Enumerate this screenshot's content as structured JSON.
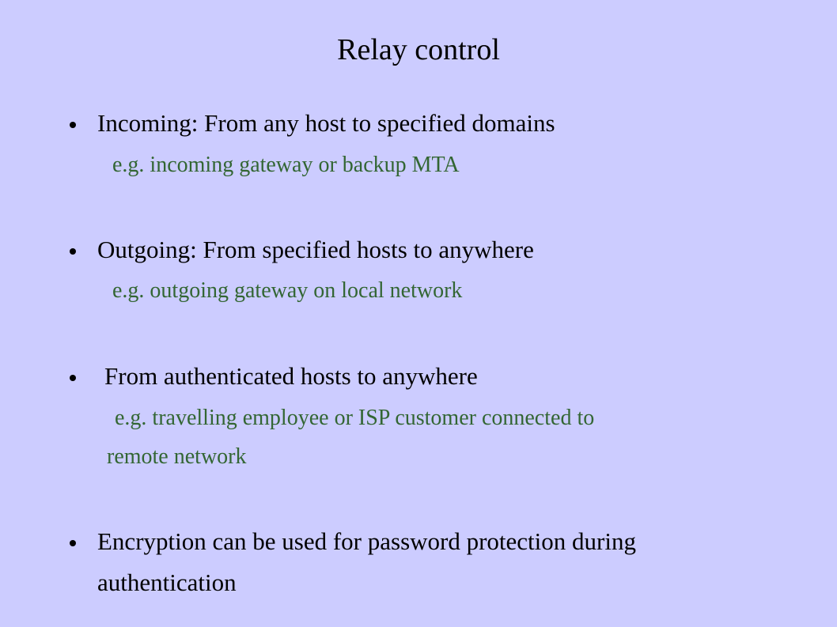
{
  "slide": {
    "title": "Relay control",
    "colors": {
      "background": "#ccccff",
      "text": "#000000",
      "example_text": "#336633"
    },
    "bullets": [
      {
        "text": "Incoming: From any host to specified domains",
        "example": "e.g. incoming gateway or backup MTA"
      },
      {
        "text": "Outgoing: From specified hosts to anywhere",
        "example": "e.g. outgoing gateway on local network"
      },
      {
        "text": "From authenticated hosts to anywhere",
        "example_line1": "e.g. travelling employee or ISP customer connected to",
        "example_line2": "remote network"
      },
      {
        "text_line1": "Encryption can be used for password protection during",
        "text_line2": "authentication"
      }
    ]
  }
}
